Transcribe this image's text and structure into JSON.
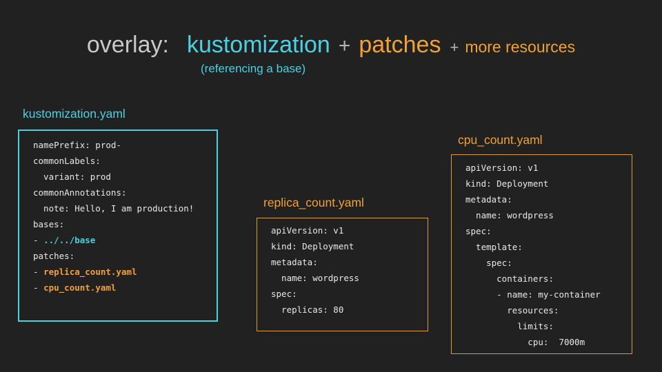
{
  "slide": {
    "title": {
      "overlay": "overlay:",
      "kustomization": "kustomization",
      "plus1": "+",
      "patches": "patches",
      "plus2": "+",
      "more_resources": "more resources",
      "subtitle": "(referencing a base)"
    },
    "colors": {
      "background": "#212121",
      "cyan_accent": "#4dd0e1",
      "orange_accent": "#f0a137",
      "title_gray": "#c9c9c9",
      "code_text": "#e8e8e8"
    },
    "files": [
      {
        "label": "kustomization.yaml",
        "accent": "cyan",
        "code": [
          [
            {
              "t": "namePrefix: prod-"
            }
          ],
          [
            {
              "t": "commonLabels:"
            }
          ],
          [
            {
              "t": "  variant: prod"
            }
          ],
          [
            {
              "t": "commonAnnotations:"
            }
          ],
          [
            {
              "t": "  note: Hello, I am production!"
            }
          ],
          [
            {
              "t": "bases:"
            }
          ],
          [
            {
              "t": "- "
            },
            {
              "t": "../../base",
              "hl": "cyan"
            }
          ],
          [
            {
              "t": "patches:"
            }
          ],
          [
            {
              "t": "- "
            },
            {
              "t": "replica_count.yaml",
              "hl": "orange"
            }
          ],
          [
            {
              "t": "- "
            },
            {
              "t": "cpu_count.yaml",
              "hl": "orange"
            }
          ]
        ]
      },
      {
        "label": "replica_count.yaml",
        "accent": "orange",
        "code": [
          [
            {
              "t": "apiVersion: v1"
            }
          ],
          [
            {
              "t": "kind: Deployment"
            }
          ],
          [
            {
              "t": "metadata:"
            }
          ],
          [
            {
              "t": "  name: wordpress"
            }
          ],
          [
            {
              "t": "spec:"
            }
          ],
          [
            {
              "t": "  replicas: 80"
            }
          ]
        ]
      },
      {
        "label": "cpu_count.yaml",
        "accent": "orange",
        "code": [
          [
            {
              "t": "apiVersion: v1"
            }
          ],
          [
            {
              "t": "kind: Deployment"
            }
          ],
          [
            {
              "t": "metadata:"
            }
          ],
          [
            {
              "t": "  name: wordpress"
            }
          ],
          [
            {
              "t": "spec:"
            }
          ],
          [
            {
              "t": "  template:"
            }
          ],
          [
            {
              "t": "    spec:"
            }
          ],
          [
            {
              "t": "      containers:"
            }
          ],
          [
            {
              "t": "      - name: my-container"
            }
          ],
          [
            {
              "t": "        resources:"
            }
          ],
          [
            {
              "t": "          limits:"
            }
          ],
          [
            {
              "t": "            cpu:  7000m"
            }
          ]
        ]
      }
    ]
  }
}
